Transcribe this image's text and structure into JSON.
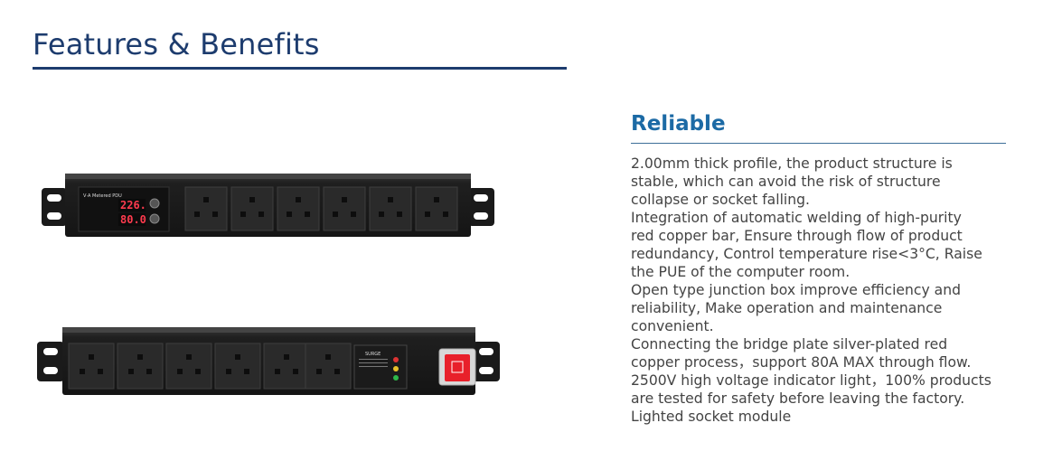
{
  "header": {
    "title": "Features & Benefits"
  },
  "section": {
    "title": "Reliable",
    "description": "2.00mm thick profile, the product structure is\nstable, which can avoid the risk of structure\ncollapse or socket falling.\nIntegration of automatic welding of high-purity\nred copper bar, Ensure through flow of product\nredundancy, Control temperature rise<3°C, Raise\nthe PUE of the computer room.\nOpen type junction box improve efficiency and\nreliability, Make operation and maintenance\nconvenient.\nConnecting the bridge plate silver-plated red\ncopper process，support 80A MAX through flow.\n2500V high voltage indicator light，100% products\nare tested for safety before leaving the factory.\nLighted socket module"
  },
  "products": {
    "pdu_meter": {
      "brand_label": "V·A Metered PDU",
      "voltage": "226.",
      "current": "80.0"
    },
    "pdu_switch": {
      "panel_label": "SURGE"
    }
  },
  "colors": {
    "heading": "#1d3c6e",
    "accent": "#1c6aa5",
    "body_text": "#444444",
    "display_red": "#ff3b4e",
    "switch_red": "#e8202a"
  }
}
